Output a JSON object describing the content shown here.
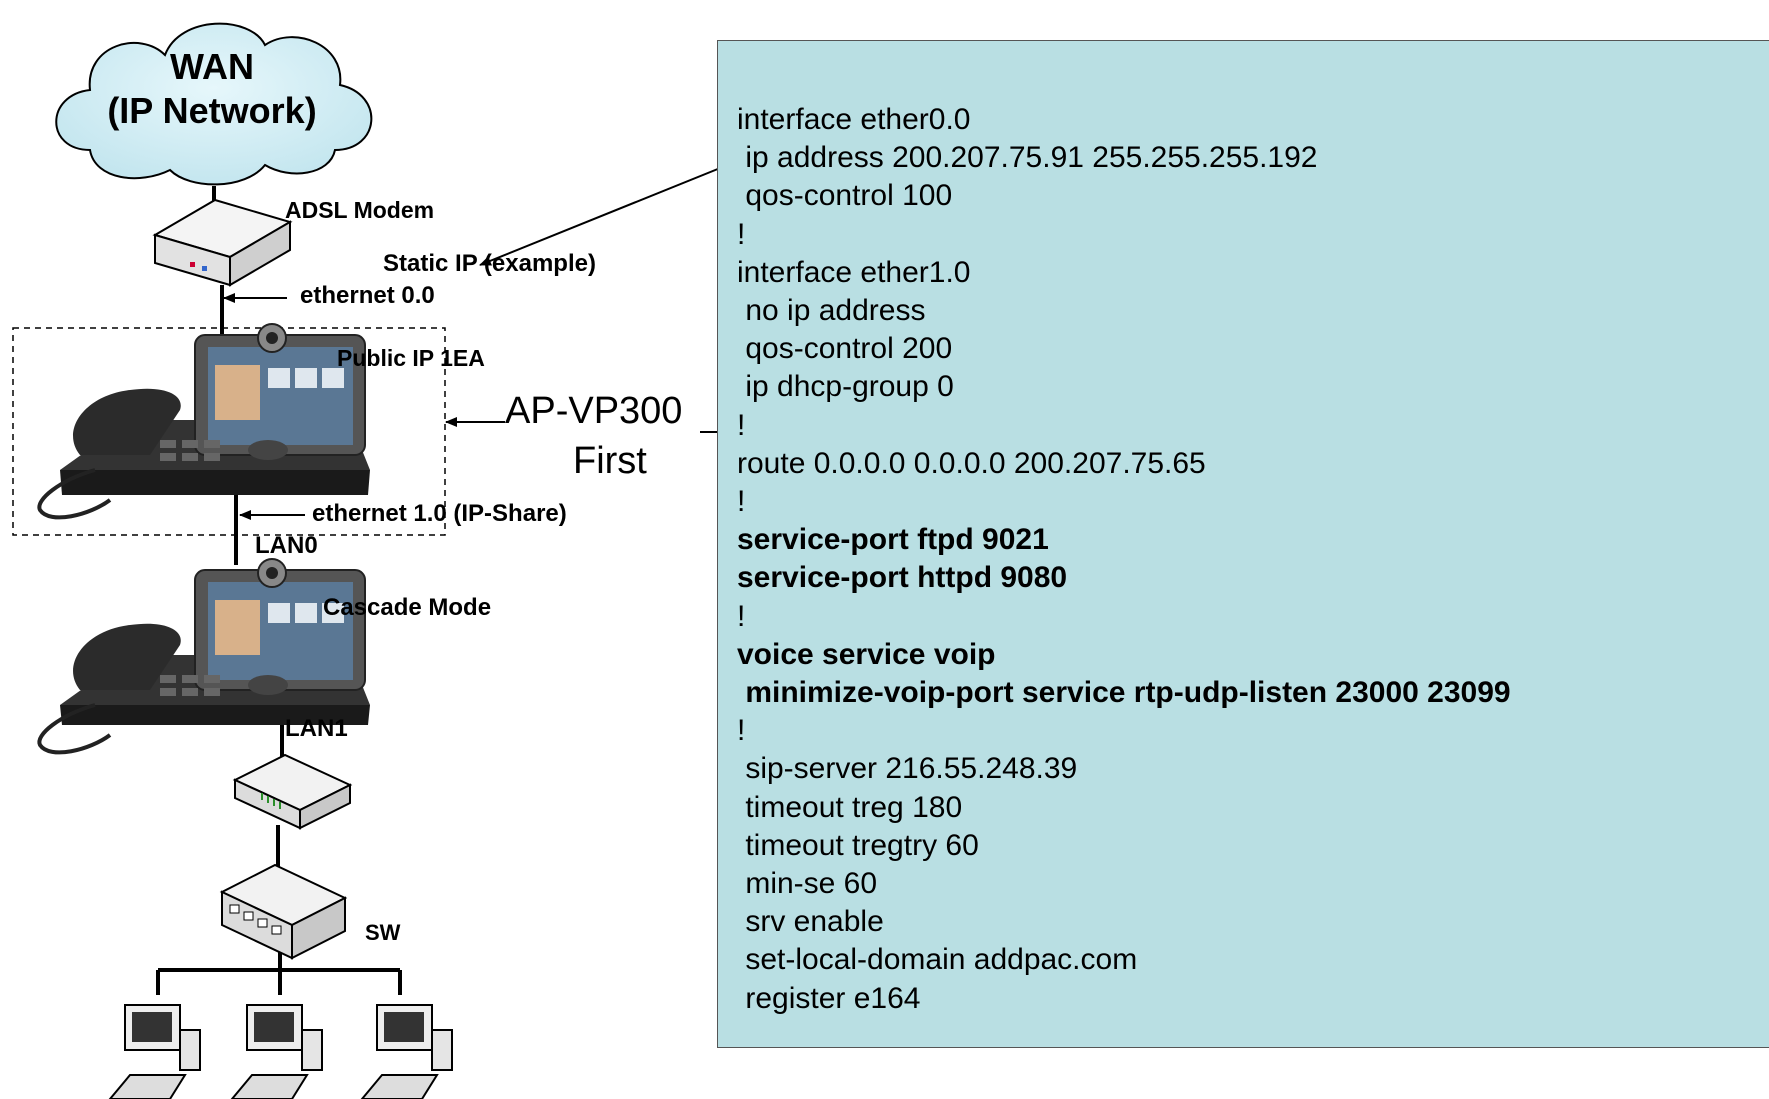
{
  "cloud": {
    "line1": "WAN",
    "line2": "(IP Network)"
  },
  "labels": {
    "adsl_modem": "ADSL Modem",
    "static_ip": "Static IP (example)",
    "ethernet_00": "ethernet 0.0",
    "public_ip": "Public IP 1EA",
    "ethernet_10": "ethernet 1.0 (IP-Share)",
    "lan0": "LAN0",
    "cascade_mode": "Cascade Mode",
    "lan1": "LAN1",
    "sw": "SW"
  },
  "device": {
    "name": "AP-VP300",
    "order": "First"
  },
  "config": [
    {
      "text": "interface ether0.0",
      "bold": false
    },
    {
      "text": " ip address 200.207.75.91 255.255.255.192",
      "bold": false
    },
    {
      "text": " qos-control 100",
      "bold": false
    },
    {
      "text": "!",
      "bold": false
    },
    {
      "text": "interface ether1.0",
      "bold": false
    },
    {
      "text": " no ip address",
      "bold": false
    },
    {
      "text": " qos-control 200",
      "bold": false
    },
    {
      "text": " ip dhcp-group 0",
      "bold": false
    },
    {
      "text": "!",
      "bold": false
    },
    {
      "text": "route 0.0.0.0 0.0.0.0 200.207.75.65",
      "bold": false
    },
    {
      "text": "!",
      "bold": false
    },
    {
      "text": "service-port ftpd 9021",
      "bold": true
    },
    {
      "text": "service-port httpd 9080",
      "bold": true
    },
    {
      "text": "!",
      "bold": false
    },
    {
      "text": "voice service voip",
      "bold": true
    },
    {
      "text": " minimize-voip-port service rtp-udp-listen 23000 23099",
      "bold": true
    },
    {
      "text": "!",
      "bold": false
    },
    {
      "text": " sip-server 216.55.248.39",
      "bold": false
    },
    {
      "text": " timeout treg 180",
      "bold": false
    },
    {
      "text": " timeout tregtry 60",
      "bold": false
    },
    {
      "text": " min-se 60",
      "bold": false
    },
    {
      "text": " srv enable",
      "bold": false
    },
    {
      "text": " set-local-domain addpac.com",
      "bold": false
    },
    {
      "text": " register e164",
      "bold": false
    }
  ]
}
